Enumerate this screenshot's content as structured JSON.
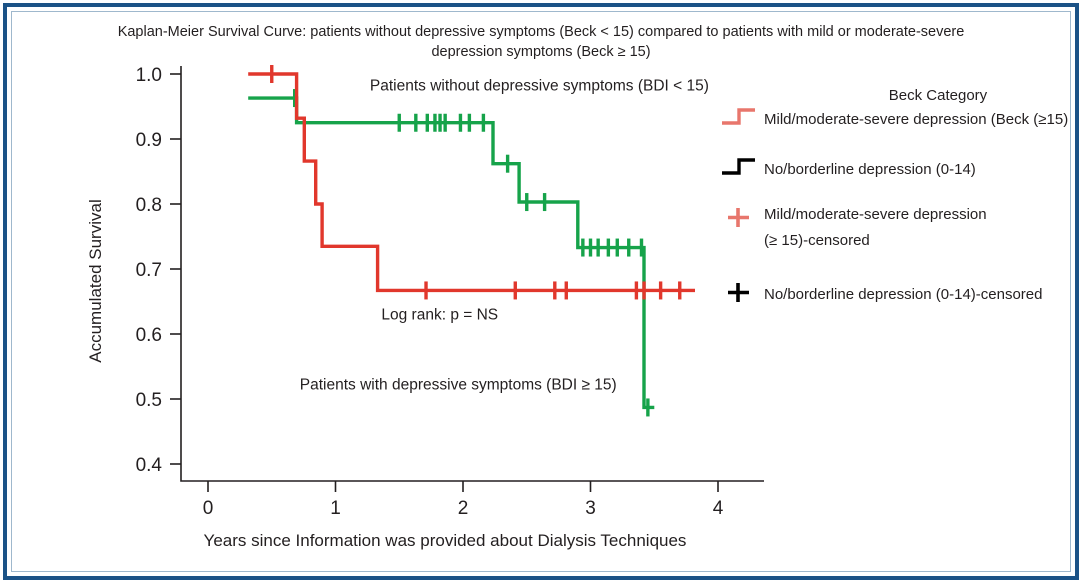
{
  "chart_data": {
    "type": "line",
    "title": "Kaplan-Meier Survival Curve: patients without depressive symptoms (Beck < 15) compared to patients with mild or moderate-severe depression symptoms (Beck  ≥ 15)",
    "title_line1": "Kaplan-Meier Survival Curve: patients without depressive symptoms (Beck < 15) compared to patients with mild or moderate-severe",
    "title_line2": "depression symptoms (Beck  ≥ 15)",
    "xlabel": "Years since Information was provided about Dialysis Techniques",
    "ylabel": "Accumulated Survival",
    "xlim": [
      -0.28,
      4.32
    ],
    "ylim": [
      0.37,
      1.025
    ],
    "xticks": [
      0,
      1,
      2,
      3,
      4
    ],
    "xtick_labels": [
      "0",
      "1",
      "2",
      "3",
      "4"
    ],
    "yticks": [
      0.4,
      0.5,
      0.6,
      0.7,
      0.8,
      0.9,
      1.0
    ],
    "ytick_labels": [
      "0.4",
      "0.5",
      "0.6",
      "0.7",
      "0.8",
      "0.9",
      "1.0"
    ],
    "grid": false,
    "legend_position": "right",
    "legend_title": "Beck Category",
    "colors": {
      "red": "#e1372c",
      "red_legend": "#e8766c",
      "green": "#16a34a",
      "black": "#000000",
      "axis": "#231f20",
      "frame": "#1b5286",
      "frame_inner": "#9fb8cd"
    },
    "annotations": [
      {
        "text": "Patients without depressive symptoms (BDI < 15)",
        "x": 1.27,
        "y": 0.975,
        "anchor": "start"
      },
      {
        "text": "Log rank: p = NS",
        "x": 1.36,
        "y": 0.622,
        "anchor": "start"
      },
      {
        "text": "Patients with depressive symptoms (BDI ≥ 15)",
        "x": 0.72,
        "y": 0.515,
        "anchor": "start"
      }
    ],
    "series": [
      {
        "name": "Mild/moderate-severe depression (Beck (≥15)",
        "color": "#e1372c",
        "steps": [
          [
            0.315,
            1.0
          ],
          [
            0.695,
            1.0
          ],
          [
            0.695,
            0.932
          ],
          [
            0.755,
            0.932
          ],
          [
            0.755,
            0.866
          ],
          [
            0.845,
            0.866
          ],
          [
            0.845,
            0.8
          ],
          [
            0.895,
            0.8
          ],
          [
            0.895,
            0.735
          ],
          [
            1.33,
            0.735
          ],
          [
            1.33,
            0.667
          ],
          [
            3.82,
            0.667
          ]
        ],
        "censored": [
          0.5,
          1.71,
          2.41,
          2.72,
          2.81,
          3.36,
          3.42,
          3.55,
          3.7
        ],
        "censored_y": [
          1.0,
          0.667,
          0.667,
          0.667,
          0.667,
          0.667,
          0.667,
          0.667,
          0.667
        ]
      },
      {
        "name": "No/borderline depression (0-14)",
        "color": "#16a34a",
        "steps": [
          [
            0.315,
            0.963
          ],
          [
            0.695,
            0.963
          ],
          [
            0.695,
            0.925
          ],
          [
            2.235,
            0.925
          ],
          [
            2.235,
            0.862
          ],
          [
            2.44,
            0.862
          ],
          [
            2.44,
            0.803
          ],
          [
            2.9,
            0.803
          ],
          [
            2.9,
            0.733
          ],
          [
            3.42,
            0.733
          ],
          [
            3.42,
            0.487
          ],
          [
            3.5,
            0.487
          ]
        ],
        "censored": [
          0.68,
          1.5,
          1.63,
          1.72,
          1.78,
          1.82,
          1.86,
          1.98,
          2.05,
          2.16,
          2.35,
          2.5,
          2.64,
          2.94,
          3.0,
          3.06,
          3.14,
          3.21,
          3.3,
          3.4,
          3.45
        ],
        "censored_y": [
          0.963,
          0.925,
          0.925,
          0.925,
          0.925,
          0.925,
          0.925,
          0.925,
          0.925,
          0.925,
          0.862,
          0.803,
          0.803,
          0.733,
          0.733,
          0.733,
          0.733,
          0.733,
          0.733,
          0.733,
          0.487
        ]
      }
    ],
    "legend_entries": [
      {
        "label": "Mild/moderate-severe depression (Beck (≥15)",
        "marker": "step-line",
        "color": "#e8766c",
        "line2": ""
      },
      {
        "label": "No/borderline depression (0-14)",
        "marker": "step-line",
        "color": "#000000",
        "line2": ""
      },
      {
        "label": "Mild/moderate-severe depression",
        "marker": "plus",
        "color": "#e8766c",
        "line2": "(≥ 15)-censored"
      },
      {
        "label": "No/borderline depression (0-14)-censored",
        "marker": "plus",
        "color": "#000000",
        "line2": ""
      }
    ]
  }
}
